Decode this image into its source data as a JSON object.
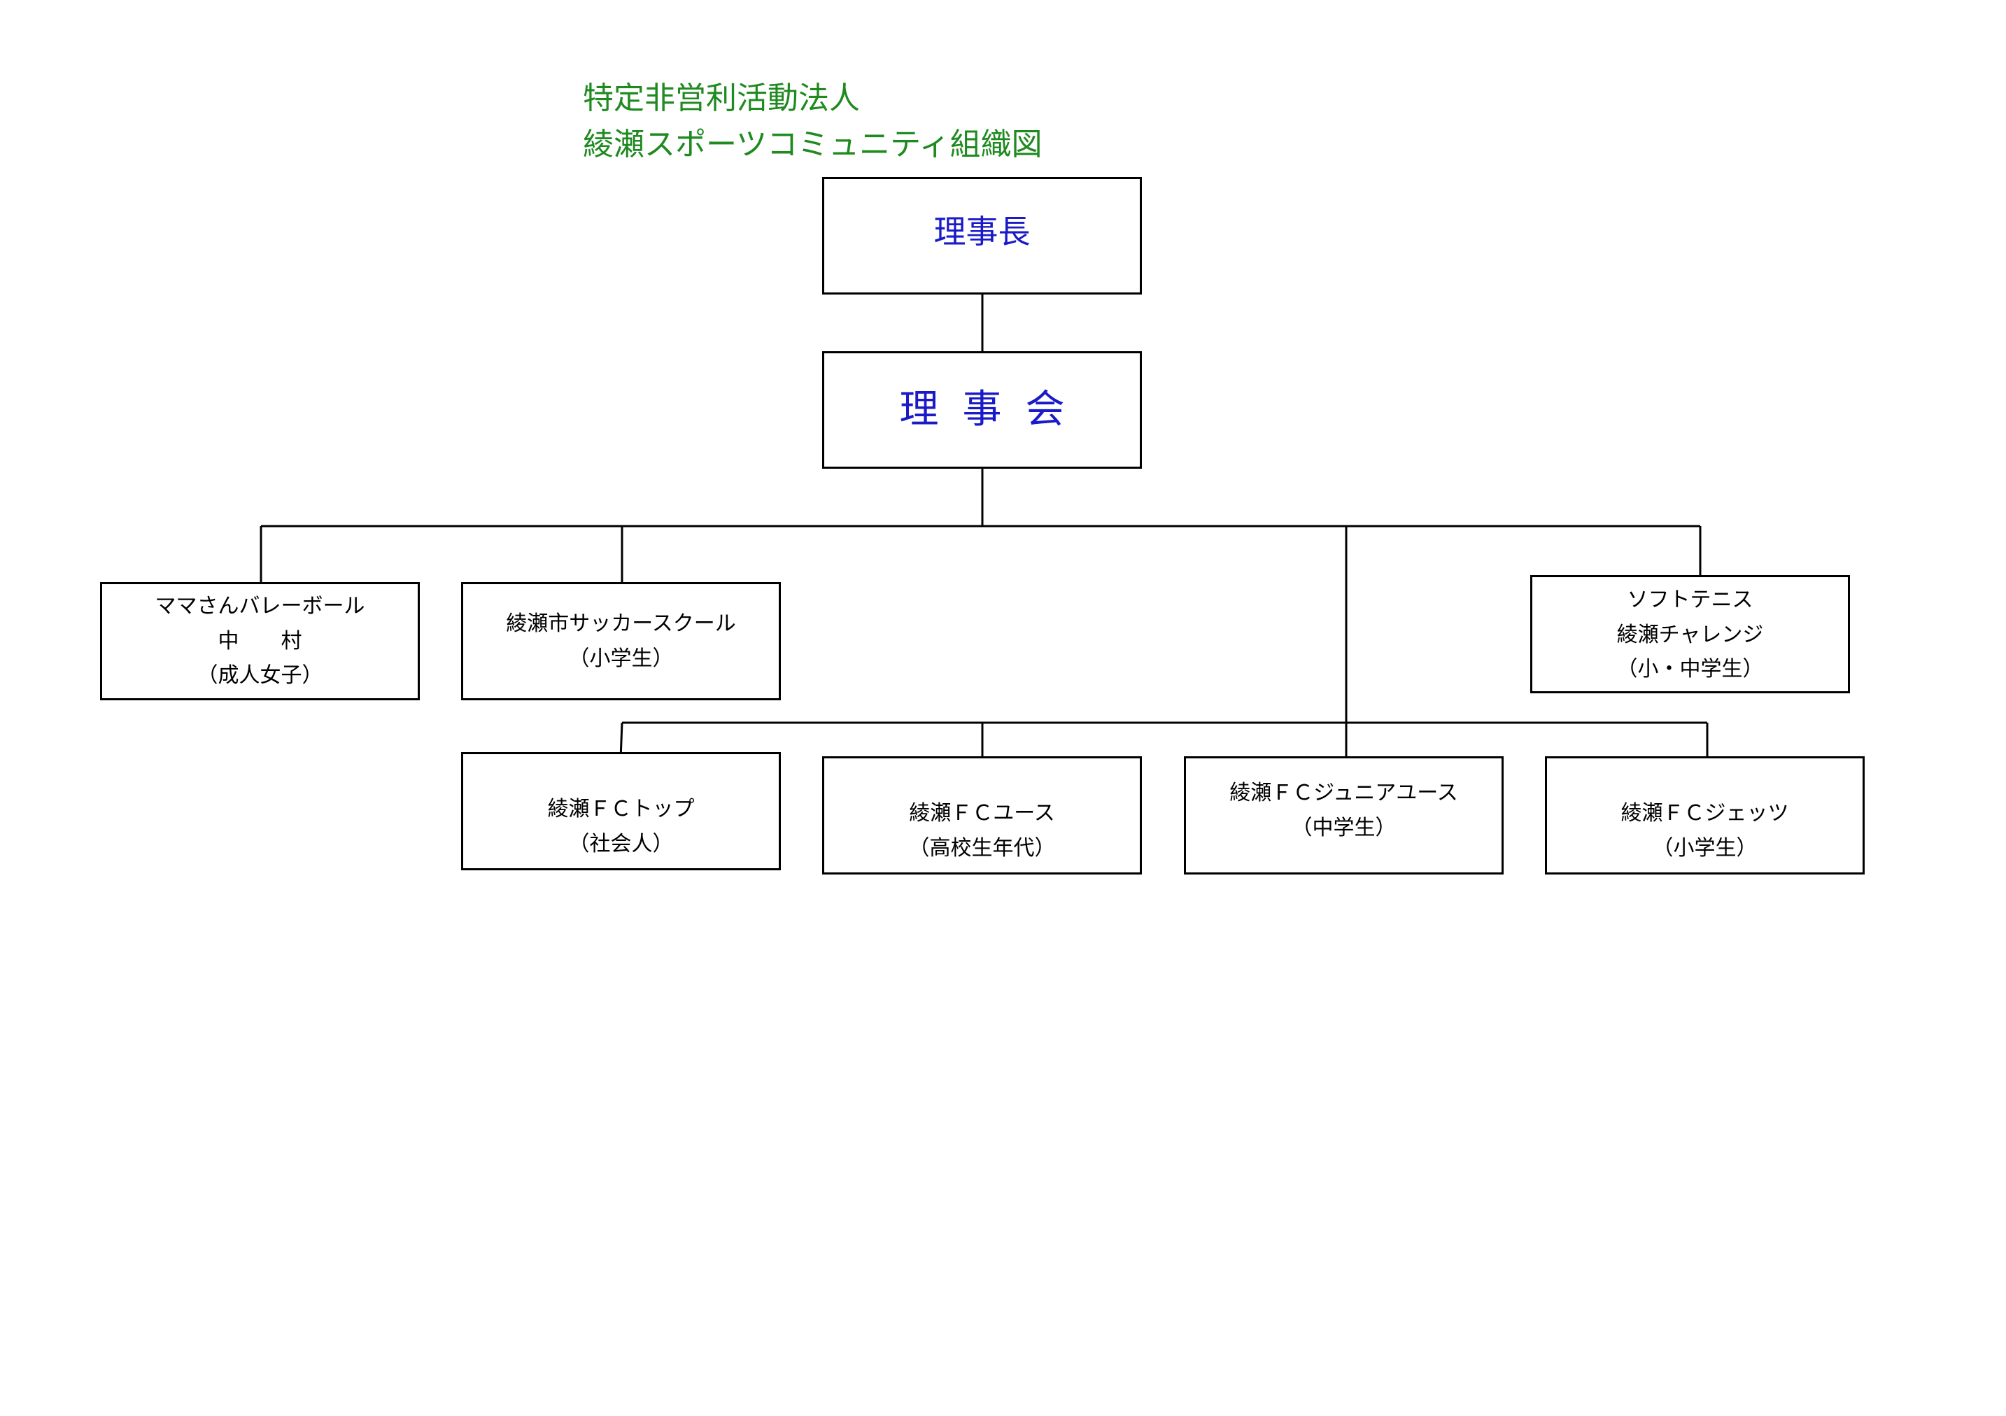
{
  "title": {
    "line1": "特定非営利活動法人",
    "line2": "綾瀬スポーツコミュニティ組織図"
  },
  "boxes": {
    "chairman": {
      "lines": [
        "理事長"
      ]
    },
    "council": {
      "lines": [
        "理事会"
      ]
    },
    "mama_volleyball": {
      "lines": [
        "ママさんバレーボール",
        "中　　村",
        "（成人女子）"
      ]
    },
    "soccer_school": {
      "lines": [
        "綾瀬市サッカースクール",
        "（小学生）"
      ]
    },
    "soft_tennis": {
      "lines": [
        "ソフトテニス",
        "綾瀬チャレンジ",
        "（小・中学生）"
      ]
    },
    "fc_top": {
      "lines": [
        "綾瀬ＦＣトップ",
        "（社会人）"
      ]
    },
    "fc_youth": {
      "lines": [
        "綾瀬ＦＣユース",
        "（高校生年代）"
      ]
    },
    "fc_junior_youth": {
      "lines": [
        "綾瀬ＦＣジュニアユース",
        "（中学生）"
      ]
    },
    "fc_jets": {
      "lines": [
        "綾瀬ＦＣジェッツ",
        "（小学生）"
      ]
    }
  },
  "colors": {
    "title": "#1f8a1f",
    "top_boxes_text": "#1a1ac8",
    "lines": "#000000"
  }
}
